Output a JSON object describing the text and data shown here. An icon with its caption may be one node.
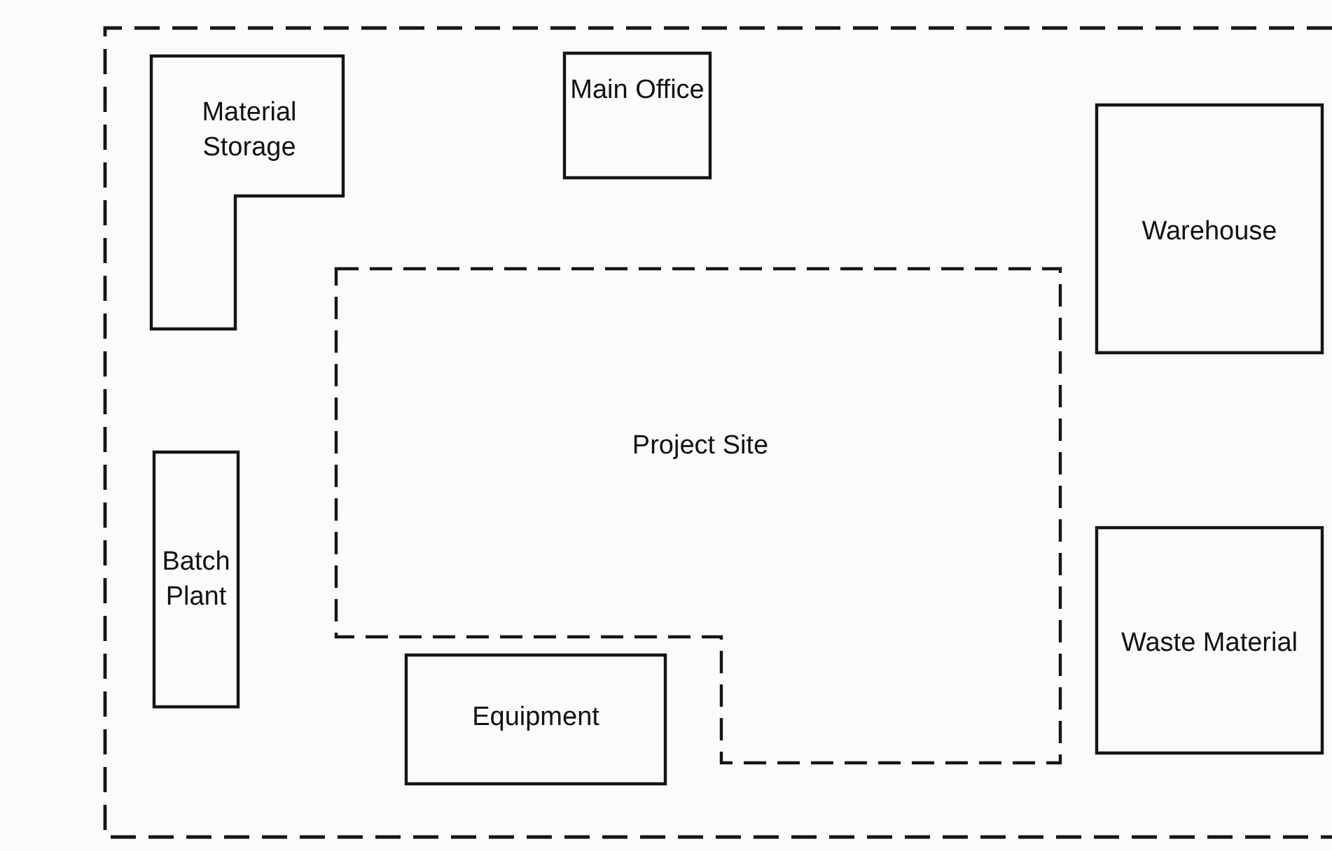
{
  "diagram": {
    "nodes": [
      {
        "text": [],
        "shape": "box"
      },
      {
        "text": [
          "Material Storage"
        ],
        "in": 0
      },
      {
        "text": [
          "Main Office"
        ],
        "in": 0
      },
      {
        "text": [
          "Warehouse"
        ],
        "in": 0
      },
      {
        "text": [
          "Project Site"
        ],
        "in": 0
      },
      {
        "text": [
          "Batch Plant"
        ],
        "in": 0
      },
      {
        "text": [
          "Waste Material"
        ],
        "in": 0
      },
      {
        "text": [
          "Equipment"
        ],
        "in": 0
      }
    ]
  }
}
